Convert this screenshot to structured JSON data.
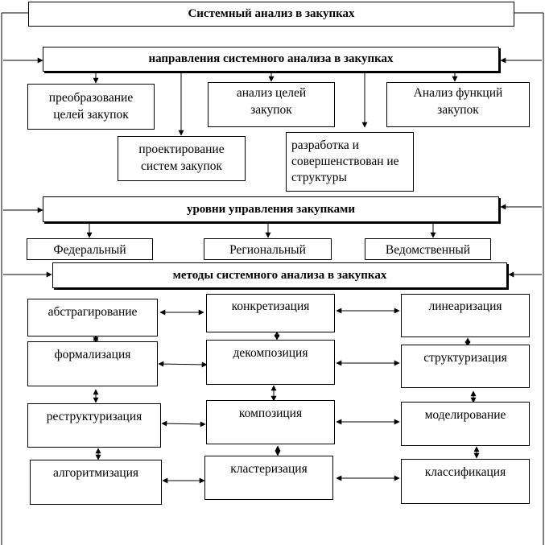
{
  "title": "Системный анализ в закупках",
  "directions": {
    "header": "направления системного анализа в закупках",
    "items": [
      "преобразование целей закупок",
      "анализ целей закупок",
      "Анализ функций закупок",
      "проектирование систем закупок",
      "разработка и совершенствован ие структуры"
    ]
  },
  "levels": {
    "header": "уровни управления закупками",
    "items": [
      "Федеральный",
      "Региональный",
      "Ведомственный"
    ]
  },
  "methods": {
    "header": "методы системного анализа в закупках",
    "items": [
      "абстрагирование",
      "конкретизация",
      "линеаризация",
      "формализация",
      "декомпозиция",
      "структуризация",
      "реструктуризация",
      "композиция",
      "моделирование",
      "алгоритмизация",
      "кластеризация",
      "классификация"
    ]
  }
}
